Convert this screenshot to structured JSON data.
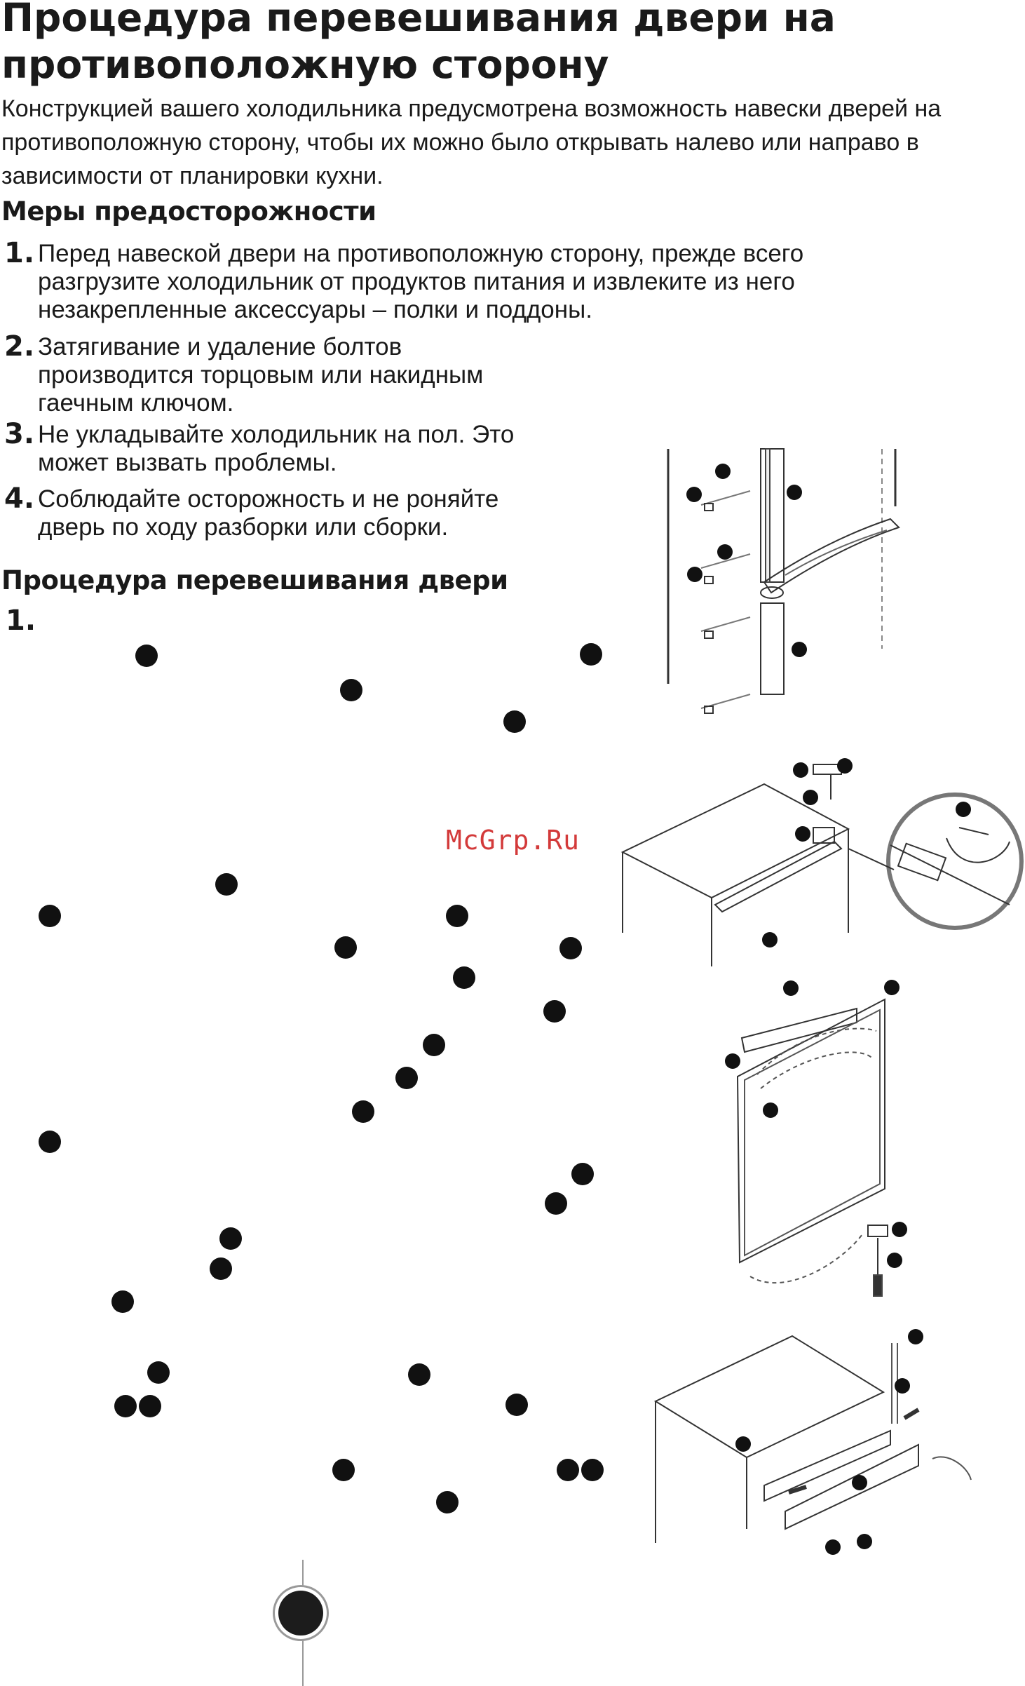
{
  "page": {
    "title": "Процедура перевешивания двери на противоположную сторону",
    "intro": "Конструкцией вашего холодильника предусмотрена возможность навески дверей на противоположную сторону, чтобы их можно было открывать налево или направо в зависимости от планировки кухни."
  },
  "precautions": {
    "heading": "Меры предосторожности",
    "items": [
      {
        "num": "1.",
        "text": "Перед навеской двери на противоположную сторону, прежде всего разгрузите холодильник от продуктов питания и извлеките из него незакрепленные аксессуары – полки и поддоны."
      },
      {
        "num": "2.",
        "text": "Затягивание и удаление болтов производится торцовым или накидным гаечным ключом."
      },
      {
        "num": "3.",
        "text": "Не укладывайте холодильник на пол. Это может вызвать проблемы."
      },
      {
        "num": "4.",
        "text": "Соблюдайте осторожность и не роняйте дверь по ходу разборки или сборки."
      }
    ]
  },
  "procedure": {
    "heading": "Процедура перевешивания двери",
    "step1": "1."
  },
  "watermark": "McGrp.Ru",
  "colors": {
    "text": "#1a1a1a",
    "watermark": "#d33a3a",
    "line": "#555555"
  }
}
